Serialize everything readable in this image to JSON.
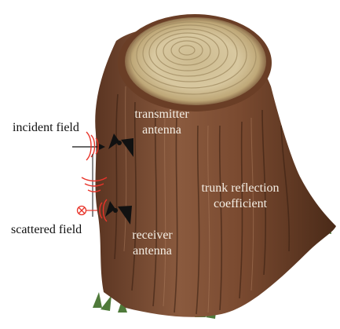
{
  "labels": {
    "incident_field": "incident field",
    "scattered_field": "scattered field",
    "transmitter_antenna": [
      "transmitter",
      "antenna"
    ],
    "receiver_antenna": [
      "receiver",
      "antenna"
    ],
    "trunk_reflection": [
      "trunk reflection",
      "coefficient"
    ]
  },
  "colors": {
    "wave": "#e8342a",
    "bark_dark": "#4a2a18",
    "bark_mid": "#7a4a30",
    "bark_light": "#9c6a4c",
    "rings_light": "#d8c8a0",
    "rings_dark": "#a38e64",
    "grass": "#4f7a3a",
    "antenna": "#111111"
  },
  "icons": [
    "transmitter-antenna-icon",
    "receiver-antenna-icon",
    "scattered-field-symbol-icon"
  ]
}
